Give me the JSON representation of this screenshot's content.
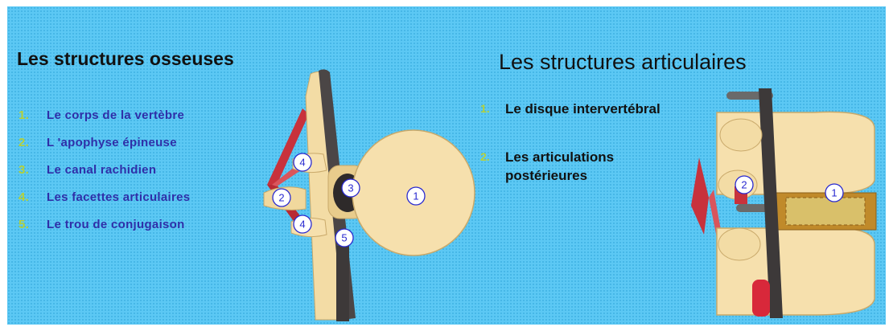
{
  "left": {
    "title": "Les structures osseuses",
    "items": [
      {
        "num": "1.",
        "label": "Le corps de la vertèbre"
      },
      {
        "num": "2.",
        "label": "L 'apophyse épineuse"
      },
      {
        "num": "3.",
        "label": "Le canal rachidien"
      },
      {
        "num": "4.",
        "label": "Les facettes articulaires"
      },
      {
        "num": "5.",
        "label": "Le trou de conjugaison"
      }
    ],
    "markers": [
      "1",
      "2",
      "3",
      "4",
      "4",
      "5"
    ]
  },
  "right": {
    "title": "Les structures articulaires",
    "items": [
      {
        "num": "1.",
        "label": "Le disque intervertébral"
      },
      {
        "num": "2.",
        "label": "Les articulations postérieures"
      }
    ],
    "markers": [
      "1",
      "2"
    ]
  },
  "colors": {
    "background": "#5cc8f4",
    "list_text": "#2f2fa8",
    "list_number": "#b5d13a",
    "marker_stroke": "#2a2ad0",
    "bone": "#f6e0ad",
    "disc": "#c08a2a",
    "ligament": "#c8323c"
  }
}
